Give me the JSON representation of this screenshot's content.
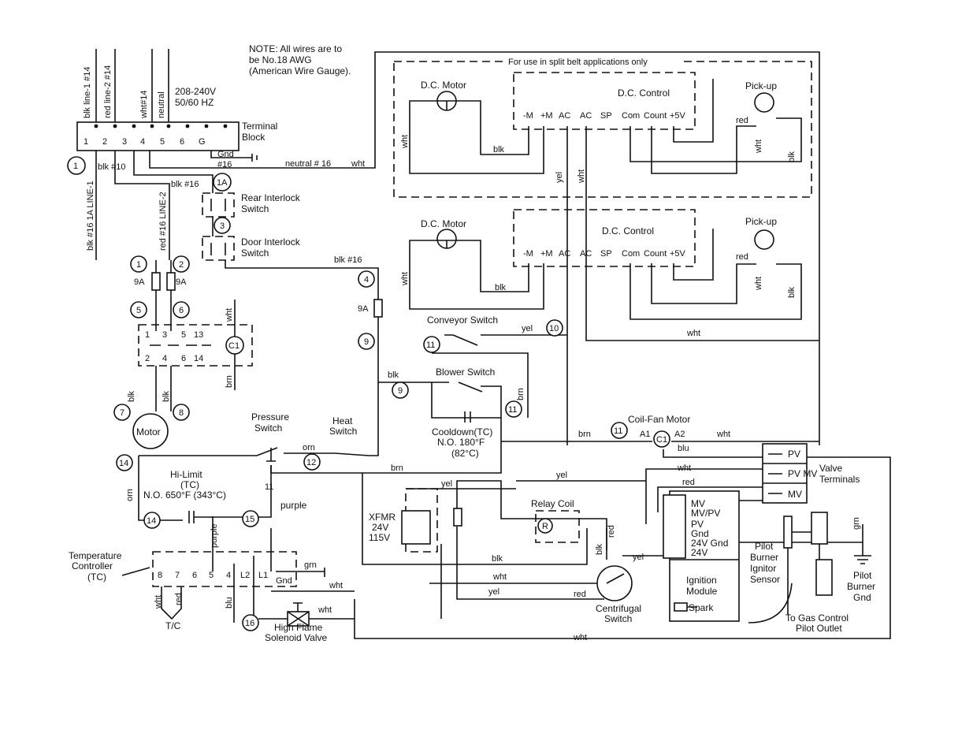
{
  "note": [
    "NOTE: All wires are to",
    "be No.18 AWG",
    "(American Wire Gauge)."
  ],
  "supply": {
    "voltage": "208-240V",
    "frequency": "50/60 HZ",
    "wires": [
      "blk line-1 #14",
      "red line-2 #14",
      "wht#14",
      "neutral"
    ]
  },
  "terminal_block": {
    "title": [
      "Terminal",
      "Block"
    ],
    "terminals": [
      "1",
      "2",
      "3",
      "4",
      "5",
      "6",
      "G"
    ],
    "gnd": "Gnd",
    "gnd_gauge": "#16"
  },
  "split_belt": {
    "caption": "For use in split belt applications only",
    "motor": "D.C. Motor",
    "control": "D.C. Control",
    "control_terminals": [
      "-M",
      "+M",
      "AC",
      "AC",
      "SP",
      "Com",
      "Count",
      "+5V"
    ],
    "pickup": "Pick-up"
  },
  "second_drive": {
    "motor": "D.C. Motor",
    "control": "D.C. Control",
    "control_terminals": [
      "-M",
      "+M",
      "AC",
      "AC",
      "SP",
      "Com",
      "Count",
      "+5V"
    ],
    "pickup": "Pick-up"
  },
  "interlocks": {
    "rear": [
      "Rear Interlock",
      "Switch"
    ],
    "door": [
      "Door Interlock",
      "Switch"
    ]
  },
  "wire_labels": {
    "neutral16": "neutral # 16",
    "wht": "wht",
    "blk": "blk",
    "red": "red",
    "yel": "yel",
    "brn": "brn",
    "blu": "blu",
    "grn": "grn",
    "orn": "orn",
    "purple": "purple",
    "blk10": "blk #10",
    "blk16": "blk #16",
    "line1": "blk #16   1A   LINE-1",
    "line2": "red #16   LINE-2"
  },
  "wire_numbers": [
    "1",
    "1A",
    "3",
    "1",
    "2",
    "5",
    "6",
    "7",
    "8",
    "4",
    "9",
    "9",
    "10",
    "11",
    "11",
    "11",
    "11",
    "12",
    "14",
    "14",
    "15",
    "16"
  ],
  "fuses": [
    "9A",
    "9A",
    "9A"
  ],
  "contactor": {
    "terminals_top": [
      "1",
      "3",
      "5",
      "13"
    ],
    "terminals_bottom": [
      "2",
      "4",
      "6",
      "14"
    ],
    "coil": "C1"
  },
  "motor": "Motor",
  "switches": {
    "conveyor": "Conveyor Switch",
    "blower": "Blower Switch",
    "pressure": [
      "Pressure",
      "Switch"
    ],
    "heat": [
      "Heat",
      "Switch"
    ],
    "cooldown": [
      "Cooldown(TC)",
      "N.O. 180°F",
      "(82°C)"
    ],
    "centrifugal": [
      "Centrifugal",
      "Switch"
    ]
  },
  "hi_limit": [
    "Hi-Limit",
    "(TC)",
    "N.O. 650°F (343°C)"
  ],
  "coil_fan_motor": "Coil-Fan Motor",
  "fan_terminals": [
    "A1",
    "A2"
  ],
  "valve_terminals": {
    "title": [
      "Valve",
      "Terminals"
    ],
    "items": [
      "PV",
      "PV MV",
      "MV"
    ]
  },
  "xfmr": [
    "XFMR",
    "24V",
    "115V"
  ],
  "relay_coil": "Relay Coil",
  "ignition_module": {
    "title": [
      "Ignition",
      "Module"
    ],
    "terminals": [
      "MV",
      "MV/PV",
      "PV",
      "Gnd",
      "24V Gnd",
      "24V"
    ],
    "spark": "Spark"
  },
  "temperature_controller": {
    "label": [
      "Temperature",
      "Controller",
      "(TC)"
    ],
    "terminals": [
      "8",
      "7",
      "6",
      "5",
      "4",
      "L2",
      "L1",
      "Gnd"
    ],
    "tc": "T/C"
  },
  "solenoid": [
    "High Flame",
    "Solenoid Valve"
  ],
  "pilot": {
    "burner_sensor": [
      "Pilot",
      "Burner",
      "Ignitor",
      "Sensor"
    ],
    "burner_gnd": [
      "Pilot",
      "Burner",
      "Gnd"
    ],
    "gas_control": [
      "To Gas Control",
      "Pilot Outlet"
    ]
  }
}
